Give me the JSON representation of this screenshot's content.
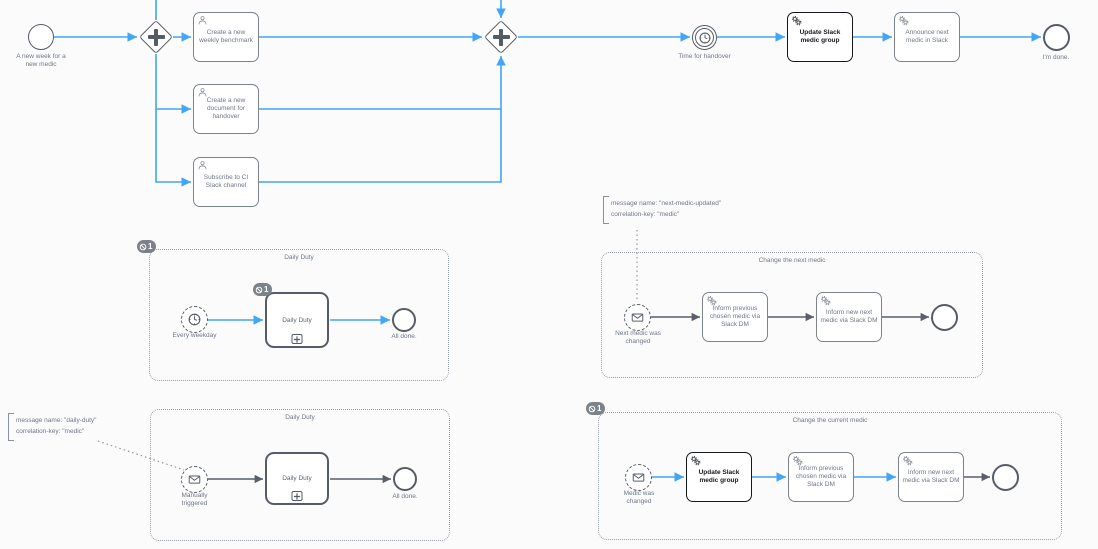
{
  "colors": {
    "flow_active": "#42a5f5",
    "flow_default": "#596069",
    "element_stroke": "#565c66",
    "task_stroke": "#7d838c",
    "highlight_stroke": "#14171c",
    "label": "#6e7787",
    "badge_bg": "#7b828a",
    "canvas_bg": "#fbfbfb"
  },
  "icons": {
    "service": "gears-icon",
    "user": "user-icon",
    "message": "envelope-icon",
    "timer": "clock-icon",
    "canceled": "ban-icon",
    "subprocess_marker": "plus-box-icon"
  },
  "main_flow": {
    "start_label": "A new week for a\nnew medic",
    "task_benchmark": "Create a new weekly benchmark",
    "task_handover_doc": "Create a new document for handover",
    "task_subscribe": "Subscribe to CI Slack channel",
    "timer_label": "Time for handover",
    "task_update_slack": "Update Slack medic group",
    "task_announce": "Announce next medic in Slack",
    "end_label": "I'm done."
  },
  "daily_duty_scheduled": {
    "badge_count": "1",
    "title": "Daily Duty",
    "start_label": "Every weekday",
    "call_activity": "Daily Duty",
    "call_badge_count": "1",
    "end_label": "All done."
  },
  "daily_duty_manual": {
    "annotation": {
      "line1": "message name: \"daily-duty\"",
      "line2": "correlation-key: \"medic\""
    },
    "title": "Daily Duty",
    "start_label": "Manually\ntriggered",
    "call_activity": "Daily Duty",
    "end_label": "All done."
  },
  "change_next_medic": {
    "annotation": {
      "line1": "message name: \"next-medic-updated\"",
      "line2": "correlation-key: \"medic\""
    },
    "title": "Change the next medic",
    "start_label": "Next medic was\nchanged",
    "task_inform_previous": "Inform previous chosen medic via Slack DM",
    "task_inform_new": "Inform new next medic via Slack DM"
  },
  "change_current_medic": {
    "badge_count": "1",
    "title": "Change the current medic",
    "start_label": "Medic was\nchanged",
    "task_update_slack": "Update Slack medic group",
    "task_inform_previous": "Inform previous chosen medic via Slack DM",
    "task_inform_new": "Inform new next medic via Slack DM"
  }
}
